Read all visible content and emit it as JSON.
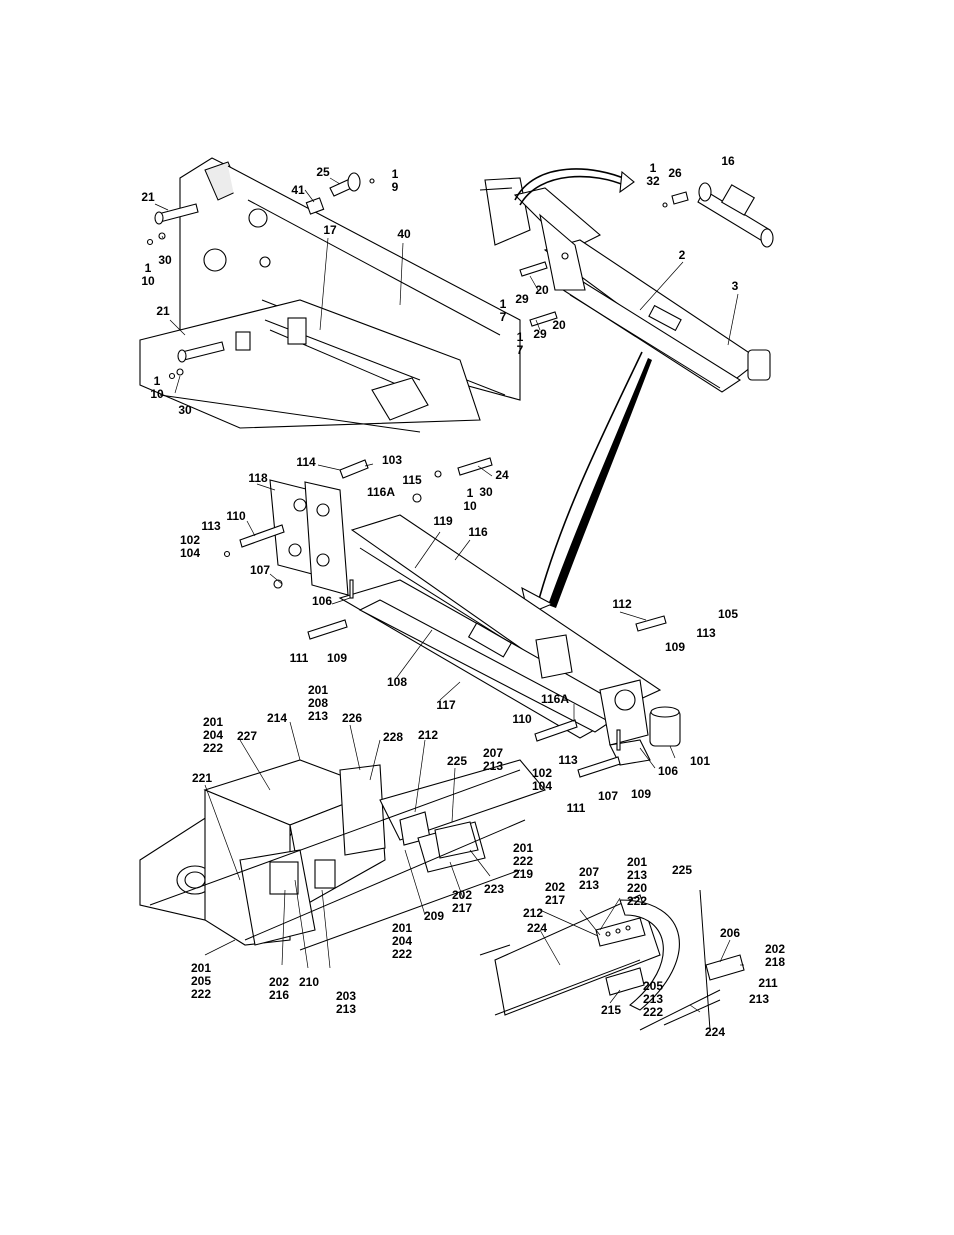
{
  "callouts": [
    {
      "t": [
        "21"
      ]
    },
    {
      "t": [
        "1",
        "10"
      ]
    },
    {
      "t": [
        "30"
      ]
    },
    {
      "t": [
        "41"
      ]
    },
    {
      "t": [
        "25"
      ]
    },
    {
      "t": [
        "1",
        "9"
      ]
    },
    {
      "t": [
        "17"
      ]
    },
    {
      "t": [
        "40"
      ]
    },
    {
      "t": [
        "21"
      ]
    },
    {
      "t": [
        "1",
        "10"
      ]
    },
    {
      "t": [
        "30"
      ]
    },
    {
      "t": [
        "1",
        "32"
      ]
    },
    {
      "t": [
        "26"
      ]
    },
    {
      "t": [
        "16"
      ]
    },
    {
      "t": [
        "2"
      ]
    },
    {
      "t": [
        "3"
      ]
    },
    {
      "t": [
        "20"
      ]
    },
    {
      "t": [
        "29"
      ]
    },
    {
      "t": [
        "1",
        "7"
      ]
    },
    {
      "t": [
        "20"
      ]
    },
    {
      "t": [
        "29"
      ]
    },
    {
      "t": [
        "1",
        "7"
      ]
    },
    {
      "t": [
        "114"
      ]
    },
    {
      "t": [
        "103"
      ]
    },
    {
      "t": [
        "24"
      ]
    },
    {
      "t": [
        "118"
      ]
    },
    {
      "t": [
        "116A"
      ]
    },
    {
      "t": [
        "115"
      ]
    },
    {
      "t": [
        "1",
        "10"
      ]
    },
    {
      "t": [
        "30"
      ]
    },
    {
      "t": [
        "110"
      ]
    },
    {
      "t": [
        "113"
      ]
    },
    {
      "t": [
        "102",
        "104"
      ]
    },
    {
      "t": [
        "119"
      ]
    },
    {
      "t": [
        "116"
      ]
    },
    {
      "t": [
        "107"
      ]
    },
    {
      "t": [
        "106"
      ]
    },
    {
      "t": [
        "111"
      ]
    },
    {
      "t": [
        "109"
      ]
    },
    {
      "t": [
        "108"
      ]
    },
    {
      "t": [
        "117"
      ]
    },
    {
      "t": [
        "112"
      ]
    },
    {
      "t": [
        "105"
      ]
    },
    {
      "t": [
        "113"
      ]
    },
    {
      "t": [
        "109"
      ]
    },
    {
      "t": [
        "116A"
      ]
    },
    {
      "t": [
        "110"
      ]
    },
    {
      "t": [
        "113"
      ]
    },
    {
      "t": [
        "102",
        "104"
      ]
    },
    {
      "t": [
        "111"
      ]
    },
    {
      "t": [
        "107"
      ]
    },
    {
      "t": [
        "109"
      ]
    },
    {
      "t": [
        "106"
      ]
    },
    {
      "t": [
        "101"
      ]
    },
    {
      "t": [
        "201",
        "208",
        "213"
      ]
    },
    {
      "t": [
        "201",
        "204",
        "222"
      ]
    },
    {
      "t": [
        "214"
      ]
    },
    {
      "t": [
        "226"
      ]
    },
    {
      "t": [
        "227"
      ]
    },
    {
      "t": [
        "228"
      ]
    },
    {
      "t": [
        "221"
      ]
    },
    {
      "t": [
        "212"
      ]
    },
    {
      "t": [
        "225"
      ]
    },
    {
      "t": [
        "207",
        "213"
      ]
    },
    {
      "t": [
        "201",
        "222",
        "219"
      ]
    },
    {
      "t": [
        "223"
      ]
    },
    {
      "t": [
        "202",
        "217"
      ]
    },
    {
      "t": [
        "209"
      ]
    },
    {
      "t": [
        "201",
        "204",
        "222"
      ]
    },
    {
      "t": [
        "201",
        "205",
        "222"
      ]
    },
    {
      "t": [
        "202",
        "216"
      ]
    },
    {
      "t": [
        "210"
      ]
    },
    {
      "t": [
        "203",
        "213"
      ]
    },
    {
      "t": [
        "201",
        "213",
        "220",
        "222"
      ]
    },
    {
      "t": [
        "225"
      ]
    },
    {
      "t": [
        "207",
        "213"
      ]
    },
    {
      "t": [
        "202",
        "217"
      ]
    },
    {
      "t": [
        "212"
      ]
    },
    {
      "t": [
        "224"
      ]
    },
    {
      "t": [
        "206"
      ]
    },
    {
      "t": [
        "202",
        "218"
      ]
    },
    {
      "t": [
        "211"
      ]
    },
    {
      "t": [
        "213"
      ]
    },
    {
      "t": [
        "205",
        "213",
        "222"
      ]
    },
    {
      "t": [
        "215"
      ]
    },
    {
      "t": [
        "224"
      ]
    }
  ]
}
